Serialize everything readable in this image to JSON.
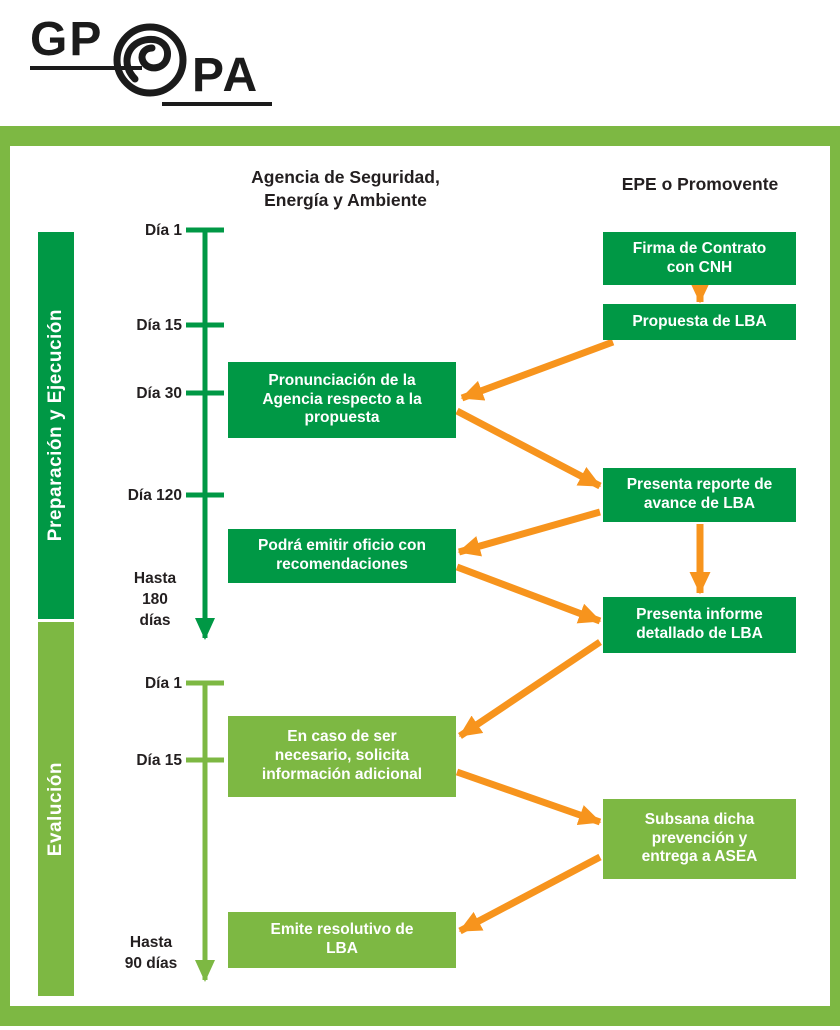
{
  "logo": {
    "line1": "GP",
    "line2": "PA"
  },
  "columns": {
    "agency_header": "Agencia de Seguridad,\nEnergía y Ambiente",
    "promoter_header": "EPE o Promovente"
  },
  "phases": {
    "preparation": "Preparación y Ejecución",
    "evaluation": "Evalución"
  },
  "timeline": {
    "p1_ticks": [
      "Día 1",
      "Día 15",
      "Día 30",
      "Día 120"
    ],
    "p1_end": "Hasta\n180\ndías",
    "p2_ticks": [
      "Día 1",
      "Día 15"
    ],
    "p2_end": "Hasta\n90 días"
  },
  "boxes": {
    "firma": "Firma de Contrato\ncon CNH",
    "propuesta": "Propuesta de LBA",
    "pronunciacion": "Pronunciación de la\nAgencia respecto a la\npropuesta",
    "reporte": "Presenta reporte de\navance de LBA",
    "oficio": "Podrá emitir oficio con\nrecomendaciones",
    "informe": "Presenta informe\ndetallado de LBA",
    "solicita": "En caso de ser\nnecesario, solicita\ninformación adicional",
    "subsana": "Subsana dicha\nprevención y\nentrega a ASEA",
    "resolutivo": "Emite resolutivo de\nLBA"
  },
  "flow": [
    {
      "from": "firma",
      "to": "propuesta"
    },
    {
      "from": "propuesta",
      "to": "pronunciacion"
    },
    {
      "from": "pronunciacion",
      "to": "reporte"
    },
    {
      "from": "reporte",
      "to": "oficio"
    },
    {
      "from": "reporte",
      "to": "informe"
    },
    {
      "from": "oficio",
      "to": "informe"
    },
    {
      "from": "informe",
      "to": "solicita"
    },
    {
      "from": "solicita",
      "to": "subsana"
    },
    {
      "from": "subsana",
      "to": "resolutivo"
    }
  ],
  "colors": {
    "dark_green": "#009845",
    "light_green": "#7db843",
    "orange": "#f7941d",
    "text": "#231f20"
  }
}
